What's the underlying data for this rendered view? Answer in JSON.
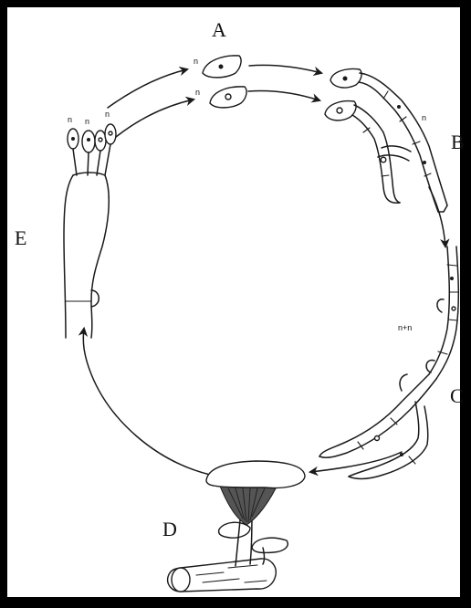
{
  "stages": {
    "a": "A",
    "b": "B",
    "c": "C",
    "d": "D",
    "e": "E"
  },
  "ploidy": {
    "spore_1": "n",
    "spore_2": "n",
    "hypha_b": "n",
    "dikaryon": "n+n",
    "basidium_1": "n",
    "basidium_2": "n",
    "basidium_3": "n"
  }
}
